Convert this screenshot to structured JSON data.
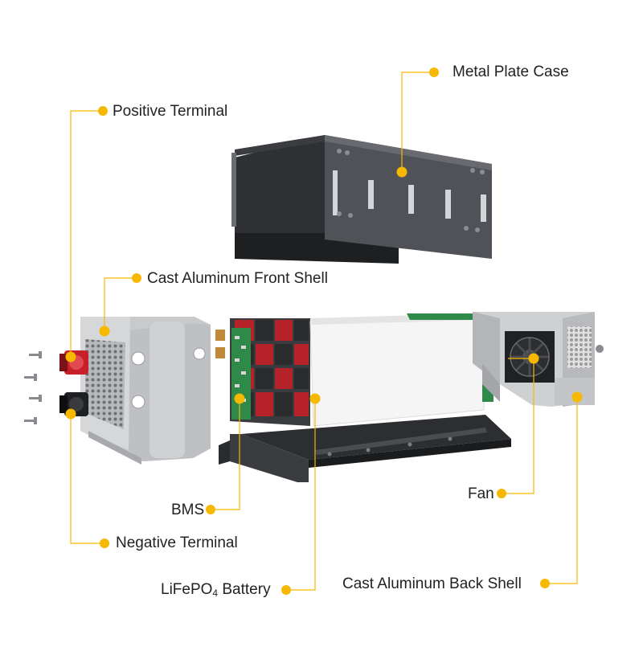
{
  "colors": {
    "accent": "#f6b800",
    "text": "#222222",
    "case": "#4a4c50",
    "shell": "#c9cacc",
    "cell_red": "#b5222a",
    "pcb": "#2f8a4a",
    "terminal_red": "#c8202a"
  },
  "icons": {
    "marker": "dot-marker-icon"
  },
  "labels": {
    "metal_plate_case": "Metal Plate Case",
    "positive_terminal": "Positive Terminal",
    "front_shell": "Cast Aluminum Front Shell",
    "bms": "BMS",
    "fan": "Fan",
    "negative_terminal": "Negative Terminal",
    "battery_main": "LiFePO",
    "battery_sub": "4",
    "battery_tail": " Battery",
    "back_shell": "Cast Aluminum Back Shell"
  }
}
